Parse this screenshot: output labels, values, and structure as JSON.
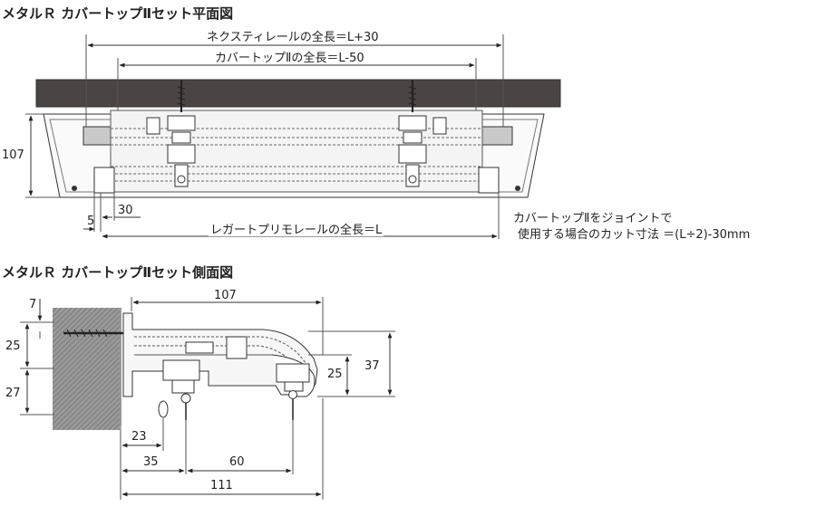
{
  "plan": {
    "title": "メタルＲ カバートップⅡセット平面図",
    "dim_next_rail": "ネクスティレールの全長＝L+30",
    "dim_cover_top": "カバートップⅡの全長＝L-50",
    "dim_height": "107",
    "dim_5": "5",
    "dim_30": "30",
    "dim_regato": "レガートプリモレールの全長＝L",
    "note_line1": "カバートップⅡをジョイントで",
    "note_line2": "使用する場合のカット寸法 ＝(L÷2)-30mm"
  },
  "side": {
    "title": "メタルＲ カバートップⅡセット側面図",
    "dim_7": "7",
    "dim_25_left": "25",
    "dim_27": "27",
    "dim_107": "107",
    "dim_25_right": "25",
    "dim_37": "37",
    "dim_23": "23",
    "dim_35": "35",
    "dim_60": "60",
    "dim_111": "111"
  }
}
